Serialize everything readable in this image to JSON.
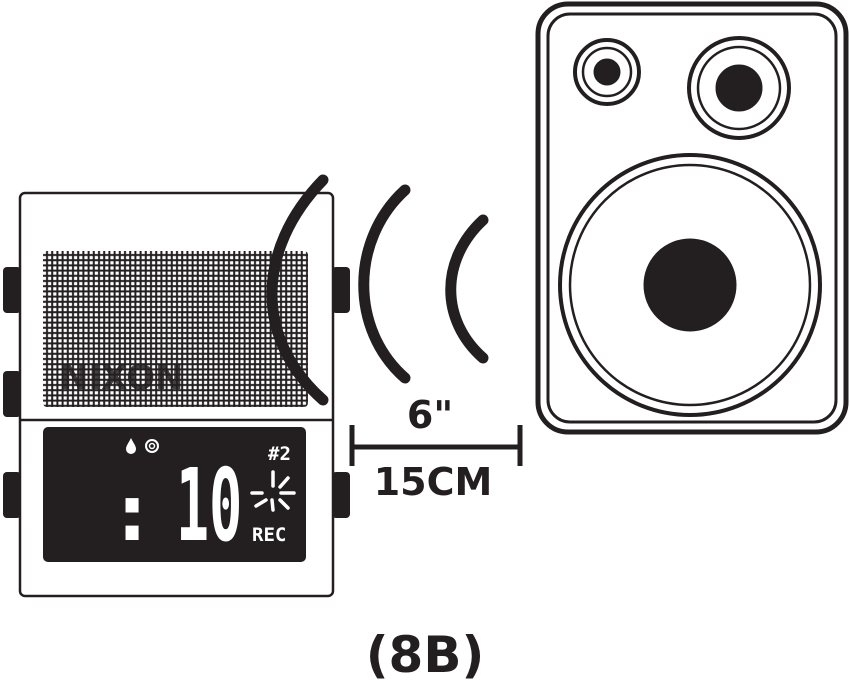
{
  "device": {
    "brand": "NIXON",
    "display": {
      "track_number": "#2",
      "time_digits": "10",
      "colon": ":",
      "status": "REC",
      "icons": [
        "drop-icon",
        "target-icon",
        "sunburst-icon"
      ]
    }
  },
  "distance": {
    "imperial": "6\"",
    "metric": "15CM"
  },
  "figure_label": "(8B)",
  "colors": {
    "ink": "#231f20",
    "background": "#ffffff"
  }
}
